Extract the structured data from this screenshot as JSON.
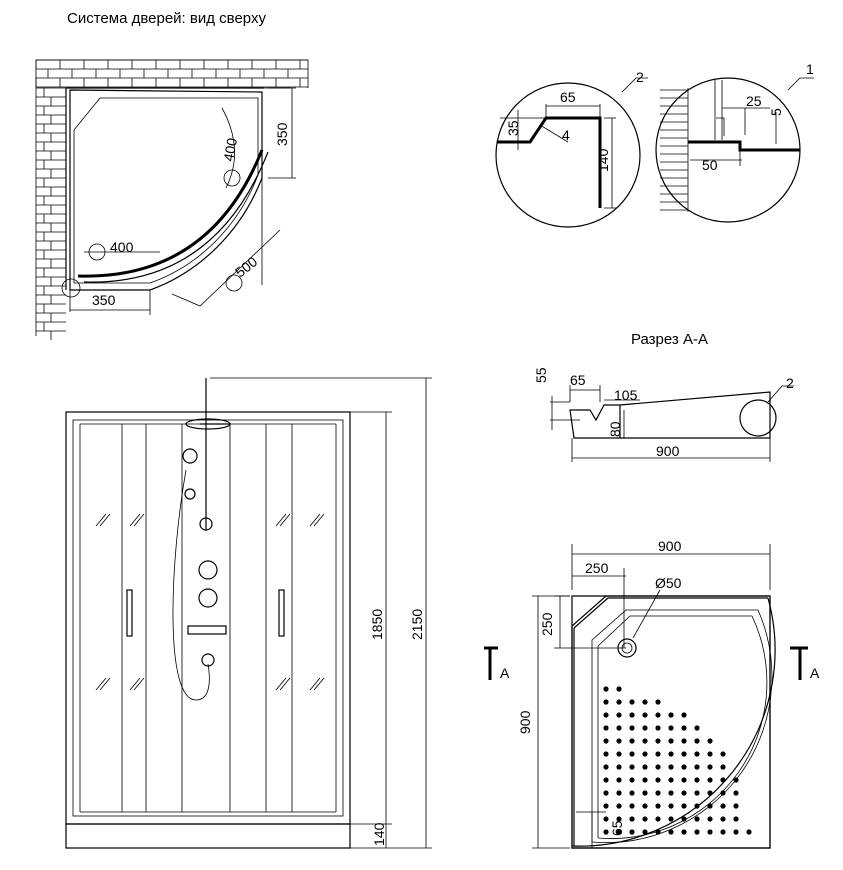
{
  "titles": {
    "top_view": "Система дверей: вид сверху",
    "section": "Разрез А-А"
  },
  "top_view": {
    "dim_400_a": "400",
    "dim_350_a": "350",
    "dim_400_b": "400",
    "dim_500": "500",
    "dim_350_b": "350"
  },
  "detail_2": {
    "callout": "2",
    "dim_65": "65",
    "dim_35": "35",
    "dim_4": "4",
    "dim_140": "140"
  },
  "detail_1": {
    "callout": "1",
    "dim_25": "25",
    "dim_5": "5",
    "dim_50": "50"
  },
  "section": {
    "dim_55": "55",
    "dim_65": "65",
    "dim_105": "105",
    "dim_80": "80",
    "dim_900": "900",
    "callout": "2"
  },
  "front_view": {
    "dim_1850": "1850",
    "dim_2150": "2150",
    "dim_140": "140"
  },
  "tray_plan": {
    "dim_900_top": "900",
    "dim_250_top": "250",
    "dim_drain": "Ø50",
    "dim_250_left": "250",
    "dim_900_left": "900",
    "dim_65": "65",
    "section_mark_left": "А",
    "section_mark_right": "А"
  }
}
